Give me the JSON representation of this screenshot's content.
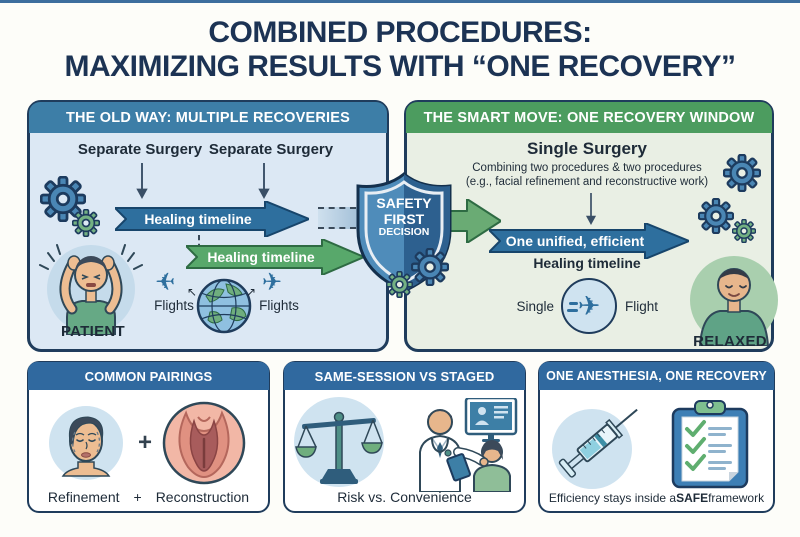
{
  "title": {
    "line1": "COMBINED PROCEDURES:",
    "line2": "MAXIMIZING RESULTS WITH “ONE RECOVERY”"
  },
  "old": {
    "header": "THE OLD WAY: MULTIPLE RECOVERIES",
    "surgery_left": "Separate Surgery",
    "surgery_right": "Separate Surgery",
    "timeline_blue": "Healing timeline",
    "timeline_green": "Healing timeline",
    "flights_left": "Flights",
    "flights_right": "Flights",
    "patient": "PATIENT"
  },
  "shield": {
    "line1": "SAFETY",
    "line2": "FIRST",
    "line3": "DECISION"
  },
  "smart": {
    "header": "THE SMART MOVE: ONE RECOVERY WINDOW",
    "heading": "Single Surgery",
    "sub_line1": "Combining two procedures & two procedures",
    "sub_line2": "(e.g., facial refinement and reconstructive work)",
    "arrow_label": "One unified, efficient",
    "arrow_sub": "Healing timeline",
    "single": "Single",
    "flight": "Flight",
    "relaxed": "RELAXED"
  },
  "pairings": {
    "header": "COMMON PAIRINGS",
    "big_plus": "+",
    "left": "Refinement",
    "plus": "+",
    "right": "Reconstruction"
  },
  "session": {
    "header": "SAME-SESSION VS STAGED",
    "caption": "Risk vs. Convenience"
  },
  "anesthesia": {
    "header": "ONE ANESTHESIA, ONE RECOVERY",
    "caption_pre": "Efficiency stays inside a ",
    "caption_bold": "SAFE",
    "caption_post": " framework"
  },
  "icons": {
    "plane": "✈",
    "arrow_up_left": "↖",
    "arrow_up_right": "↗"
  },
  "colors": {
    "navy": "#1c3354",
    "steel_blue": "#3d7ea7",
    "green": "#4c9c5f",
    "panel_blue_bg": "#dce8f4",
    "panel_green_bg": "#e9efe4",
    "arrow_blue": "#2e6f9e",
    "arrow_green": "#58a86b",
    "bottom_header_blue": "#30699f"
  }
}
